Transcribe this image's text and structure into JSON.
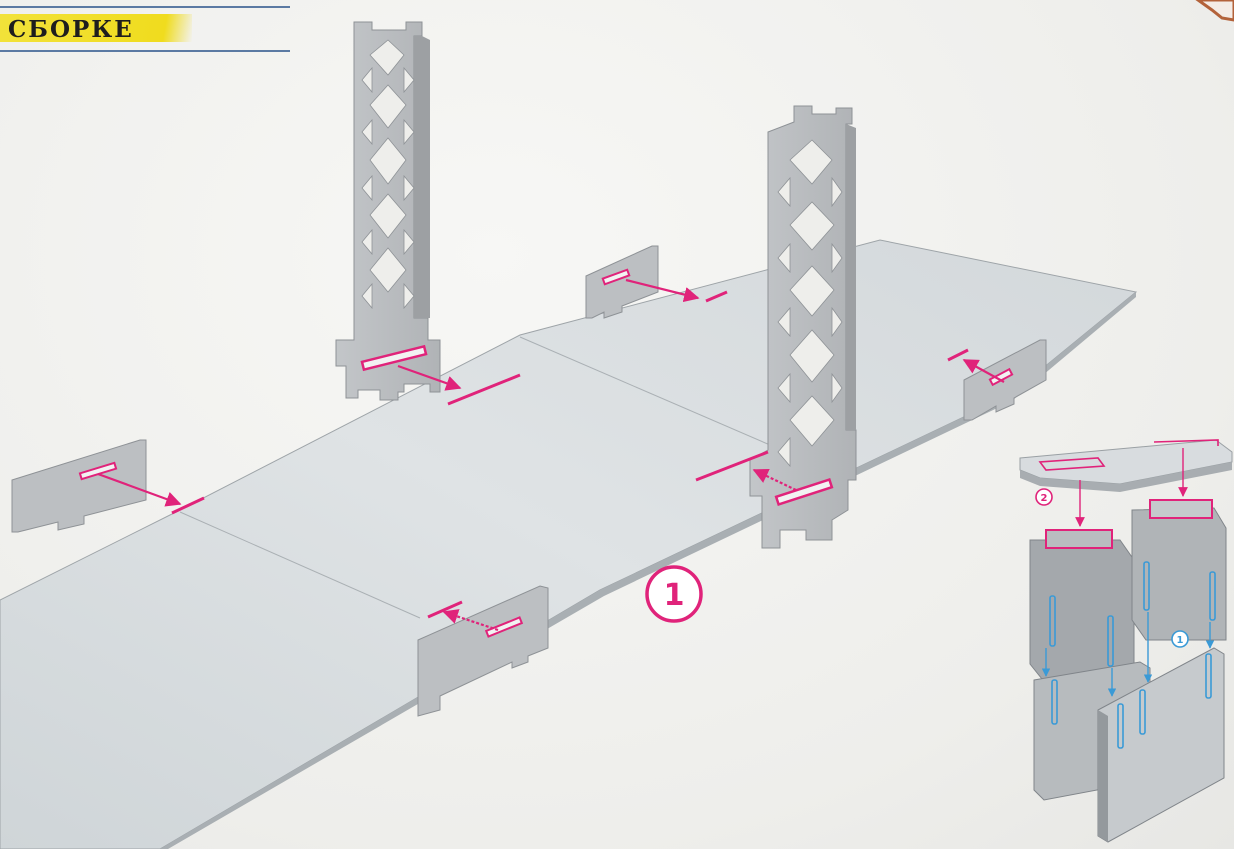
{
  "header": {
    "title": "СБОРКЕ"
  },
  "steps": {
    "main_step": "1",
    "inset_step_1": "1",
    "inset_step_2": "2"
  },
  "colors": {
    "accent": "#e0237a",
    "inset_arrow": "#3a9ad6",
    "part_fill": "#b9bcbf",
    "deck_fill": "#d5dadd",
    "heading_highlight": "#f0dc1e"
  }
}
